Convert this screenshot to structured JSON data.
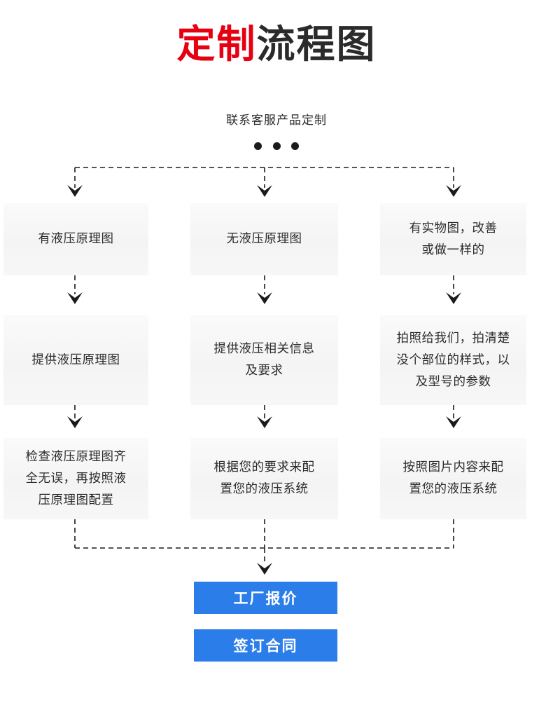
{
  "title": {
    "highlight": "定制",
    "rest": "流程图"
  },
  "intro": {
    "text": "联系客服产品定制",
    "dots_count": 3
  },
  "flow": {
    "columns": [
      {
        "id": "col-1",
        "steps": [
          {
            "id": "step-1-1",
            "text": "有液压原理图"
          },
          {
            "id": "step-1-2",
            "text": "提供液压原理图"
          },
          {
            "id": "step-1-3",
            "text": "检查液压原理图齐\n全无误，再按照液\n压原理图配置"
          }
        ]
      },
      {
        "id": "col-2",
        "steps": [
          {
            "id": "step-2-1",
            "text": "无液压原理图"
          },
          {
            "id": "step-2-2",
            "text": "提供液压相关信息\n及要求"
          },
          {
            "id": "step-2-3",
            "text": "根据您的要求来配\n置您的液压系统"
          }
        ]
      },
      {
        "id": "col-3",
        "steps": [
          {
            "id": "step-3-1",
            "text": "有实物图，改善\n或做一样的"
          },
          {
            "id": "step-3-2",
            "text": "拍照给我们，拍清楚\n没个部位的样式，以\n及型号的参数"
          },
          {
            "id": "step-3-3",
            "text": "按照图片内容来配\n置您的液压系统"
          }
        ]
      }
    ]
  },
  "actions": [
    {
      "id": "quote-button",
      "label": "工厂报价"
    },
    {
      "id": "contract-button",
      "label": "签订合同"
    }
  ],
  "colors": {
    "title_highlight": "#e60012",
    "title_rest": "#2b2b2b",
    "box_bg": "#f6f6f6",
    "box_text": "#2b2b2b",
    "cta_bg": "#2b7de9",
    "cta_text": "#ffffff",
    "connector": "#1b1b1b"
  }
}
